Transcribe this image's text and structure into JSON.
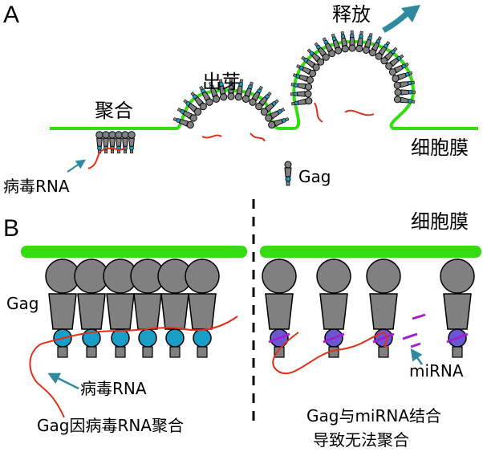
{
  "panel_a": {
    "letter": "A",
    "release_label": "释放",
    "budding_label": "出芽",
    "assembly_label": "聚合",
    "membrane_label": "细胞膜",
    "viral_rna_label": "病毒RNA",
    "gag_label": "Gag"
  },
  "panel_b": {
    "letter": "B",
    "membrane_label": "细胞膜",
    "gag_label": "Gag",
    "viral_rna_label": "病毒RNA",
    "mirna_label": "miRNA",
    "caption_left": "Gag因病毒RNA聚合",
    "caption_right_line1": "Gag与miRNA结合",
    "caption_right_line2": "导致无法聚合"
  },
  "colors": {
    "membrane": "#33dd11",
    "gag_gray": "#808080",
    "gag_blue": "#1a9ec8",
    "rna": "#e0301a",
    "mirna": "#a020d0",
    "arrow_teal": "#2f8aa0"
  }
}
